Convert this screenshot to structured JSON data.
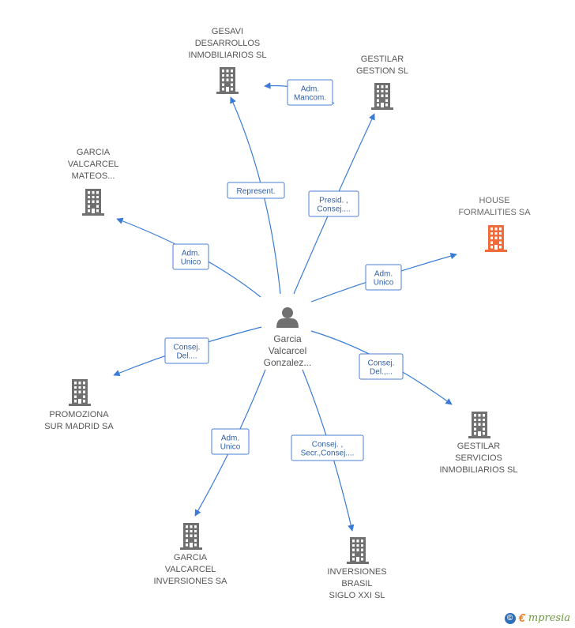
{
  "colors": {
    "edge": "#3a7bd5",
    "building": "#707070",
    "building_highlight": "#f26b3a",
    "person": "#707070"
  },
  "center": {
    "lines": [
      "Garcia",
      "Valcarcel",
      "Gonzalez..."
    ]
  },
  "nodes": [
    {
      "id": "gesavi",
      "lines": [
        "GESAVI",
        "DESARROLLOS",
        "INMOBILIARIOS SL"
      ],
      "highlight": false
    },
    {
      "id": "gestilar_gestion",
      "lines": [
        "GESTILAR",
        "GESTION SL"
      ],
      "highlight": false
    },
    {
      "id": "garcia_mateos",
      "lines": [
        "GARCIA",
        "VALCARCEL",
        "MATEOS..."
      ],
      "highlight": false
    },
    {
      "id": "house_formalities",
      "lines": [
        "HOUSE",
        "FORMALITIES SA"
      ],
      "highlight": true
    },
    {
      "id": "promoziona",
      "lines": [
        "PROMOZIONA",
        "SUR MADRID SA"
      ],
      "highlight": false
    },
    {
      "id": "gestilar_servicios",
      "lines": [
        "GESTILAR",
        "SERVICIOS",
        "INMOBILIARIOS SL"
      ],
      "highlight": false
    },
    {
      "id": "garcia_inversiones",
      "lines": [
        "GARCIA",
        "VALCARCEL",
        "INVERSIONES SA"
      ],
      "highlight": false
    },
    {
      "id": "inversiones_brasil",
      "lines": [
        "INVERSIONES",
        "BRASIL",
        "SIGLO XXI SL"
      ],
      "highlight": false
    }
  ],
  "edges": [
    {
      "id": "e_gesavi",
      "lines": [
        "Represent."
      ]
    },
    {
      "id": "e_gestilar_gesavi",
      "lines": [
        "Adm.",
        "Mancom."
      ]
    },
    {
      "id": "e_gestilar_gestion",
      "lines": [
        "Presid. ,",
        "Consej...."
      ]
    },
    {
      "id": "e_garcia_mateos",
      "lines": [
        "Adm.",
        "Unico"
      ]
    },
    {
      "id": "e_house",
      "lines": [
        "Adm.",
        "Unico"
      ]
    },
    {
      "id": "e_promoziona",
      "lines": [
        "Consej.",
        "Del...."
      ]
    },
    {
      "id": "e_gestilar_servicios",
      "lines": [
        "Consej.",
        "Del.,..."
      ]
    },
    {
      "id": "e_garcia_inversiones",
      "lines": [
        "Adm.",
        "Unico"
      ]
    },
    {
      "id": "e_inversiones_brasil",
      "lines": [
        "Consej. ,",
        "Secr.,Consej...."
      ]
    }
  ],
  "footer": {
    "copyright_symbol": "©",
    "brand_initial": "€",
    "brand_rest": "mpresia"
  }
}
